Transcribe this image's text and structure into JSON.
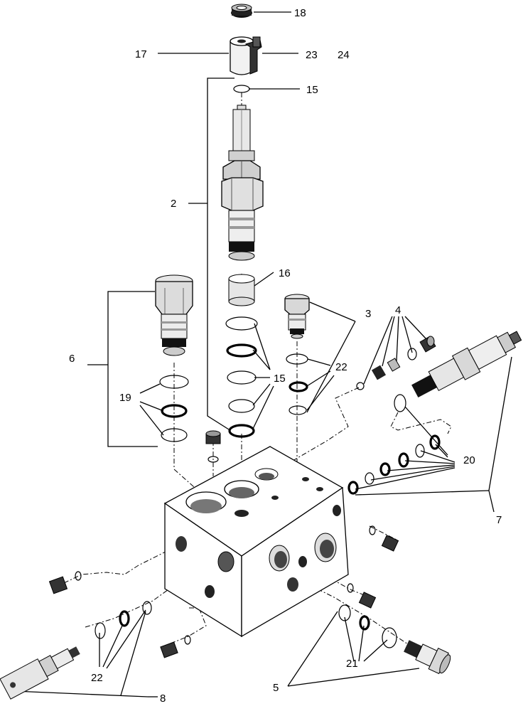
{
  "diagram": {
    "callouts": {
      "c18": "18",
      "c17": "17",
      "c23": "23",
      "c24": "24",
      "c15a": "15",
      "c2": "2",
      "c16": "16",
      "c3": "3",
      "c4": "4",
      "c6": "6",
      "c22a": "22",
      "c15b": "15",
      "c19": "19",
      "c20": "20",
      "c7": "7",
      "c22b": "22",
      "c21": "21",
      "c5": "5",
      "c8": "8"
    }
  }
}
